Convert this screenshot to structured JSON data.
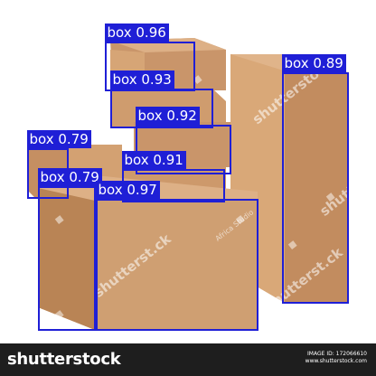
{
  "image": {
    "description_free": true,
    "box_color": "#1f1fd6",
    "detections": [
      {
        "label": "box 0.96"
      },
      {
        "label": "box 0.93"
      },
      {
        "label": "box 0.92"
      },
      {
        "label": "box 0.91"
      },
      {
        "label": "box 0.89"
      },
      {
        "label": "box 0.79"
      },
      {
        "label": "box 0.79"
      },
      {
        "label": "box 0.97"
      }
    ],
    "watermarks": [
      "shutterst.ck",
      "shutterstock",
      "shutterst.ck",
      "shutterst.ck",
      "shutterst.ck"
    ],
    "small_watermark": "Africa Studio"
  },
  "footer": {
    "logo": "shutterstock",
    "image_id_line1": "IMAGE ID: 172066610",
    "image_id_line2": "www.shutterstock.com"
  }
}
